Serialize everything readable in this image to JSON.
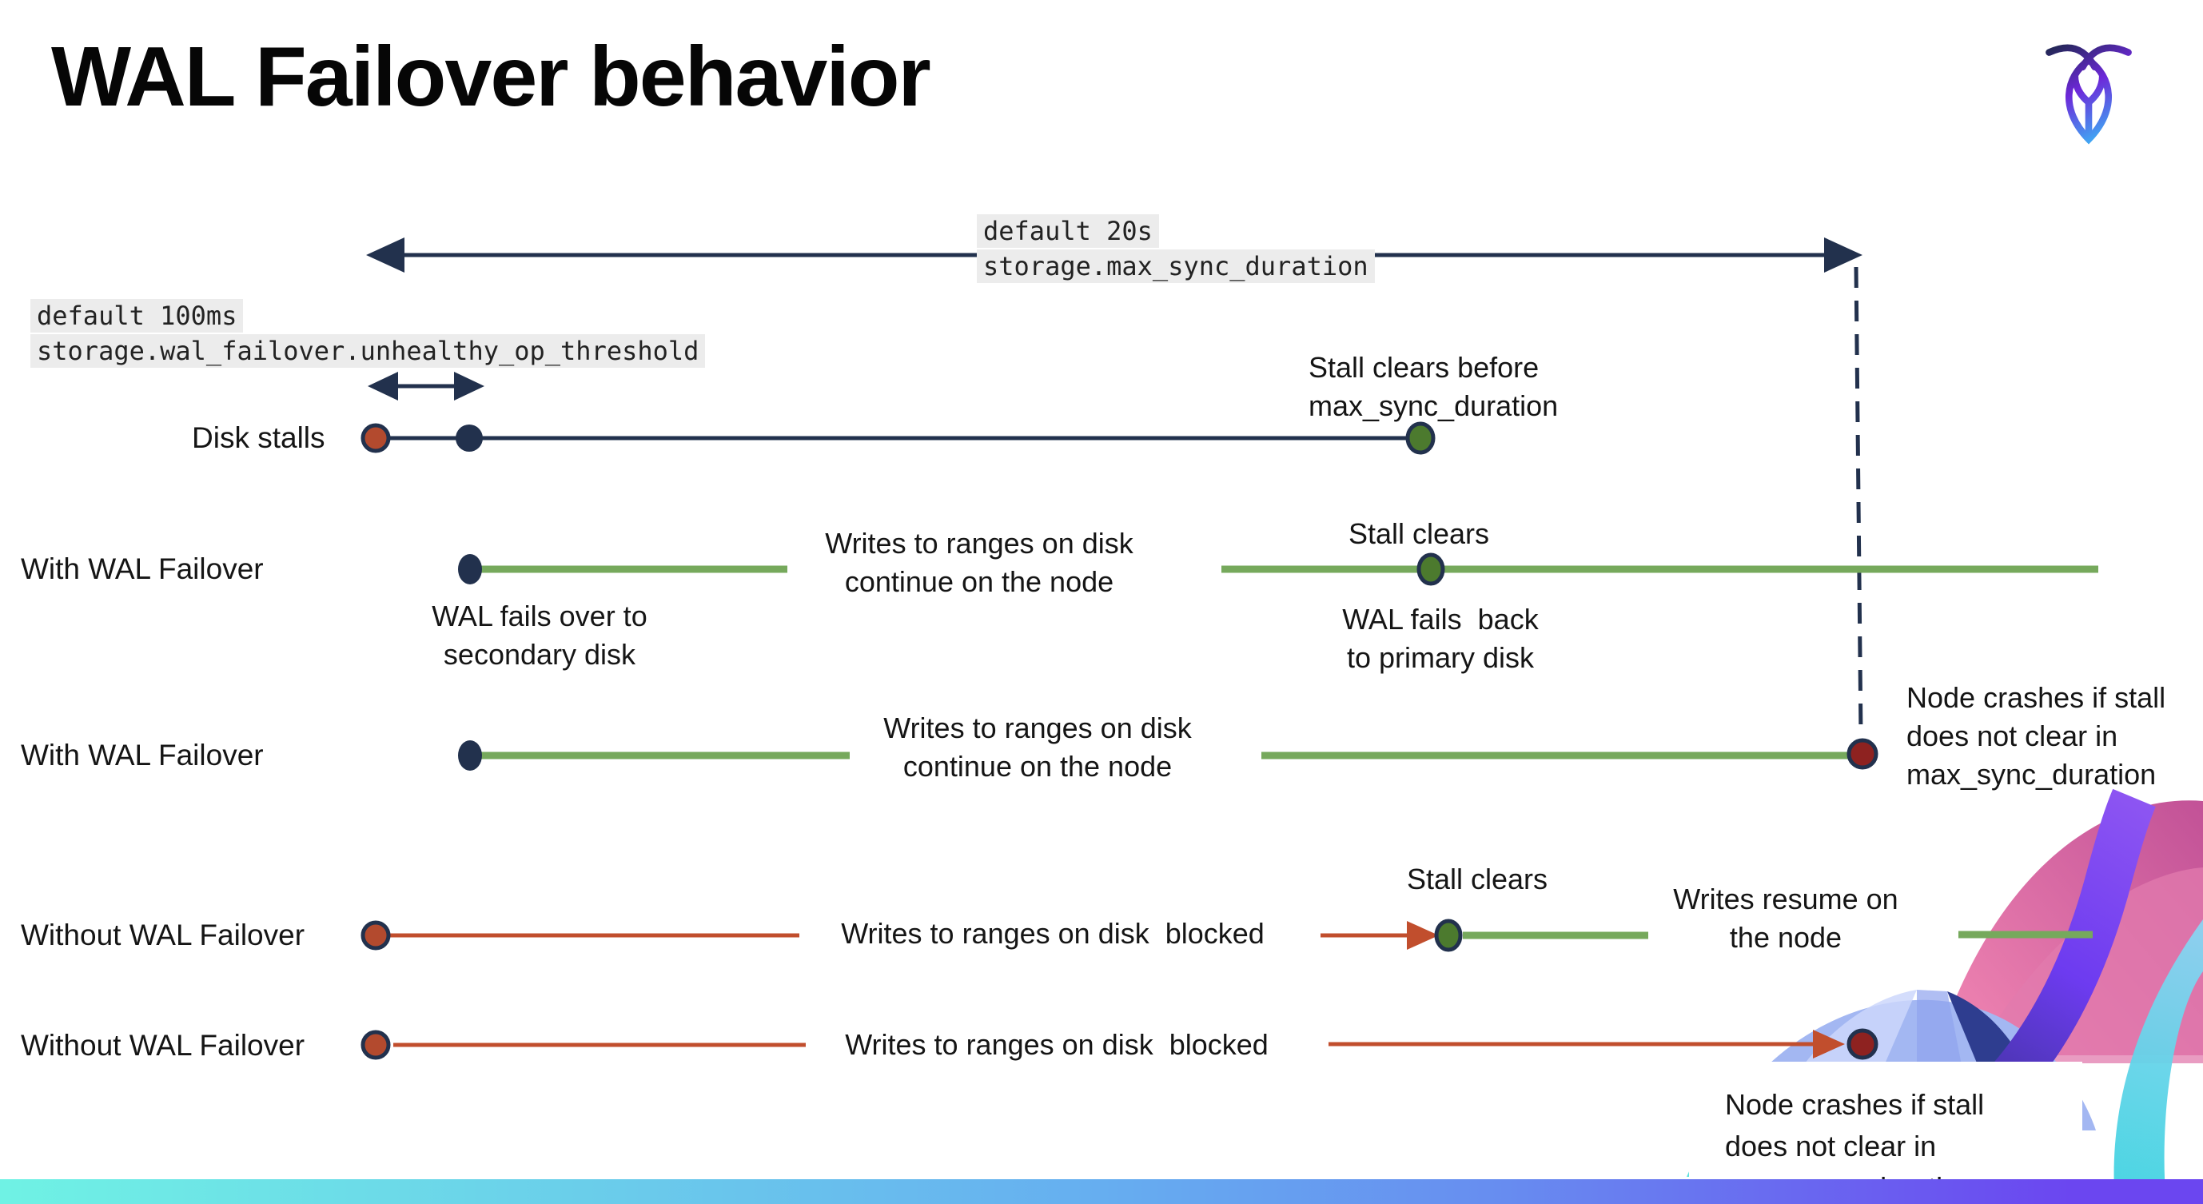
{
  "title": "WAL Failover behavior",
  "config_labels": {
    "max_sync": {
      "line1": "default 20s",
      "line2": "storage.max_sync_duration"
    },
    "unhealthy_op": {
      "line1": "default 100ms",
      "line2": "storage.wal_failover.unhealthy_op_threshold"
    }
  },
  "rows": [
    {
      "label": "Disk stalls"
    },
    {
      "label": "With WAL Failover"
    },
    {
      "label": "With WAL Failover"
    },
    {
      "label": "Without WAL Failover"
    },
    {
      "label": "Without WAL Failover"
    }
  ],
  "annotations": {
    "stall_clears_before": "Stall clears before\nmax_sync_duration",
    "wal_fails_over": "WAL fails over to\nsecondary disk",
    "writes_continue_1": "Writes to ranges on disk\ncontinue on the node",
    "stall_clears_2": "Stall clears",
    "wal_fails_back": "WAL fails  back\nto primary disk",
    "writes_continue_2": "Writes to ranges on disk\ncontinue on the node",
    "node_crashes_right": "Node crashes if stall\ndoes not clear in\nmax_sync_duration",
    "stall_clears_4": "Stall clears",
    "writes_blocked_1": "Writes to ranges on disk  blocked",
    "writes_resume": "Writes resume on\nthe node",
    "writes_blocked_2": "Writes to ranges on disk  blocked",
    "node_crashes_box": "Node crashes if stall\ndoes not clear in\nmax_sync_duration"
  },
  "colors": {
    "navy": "#22314d",
    "green": "#76a95c",
    "green-dot": "#4c7a2e",
    "red": "#c14e2d",
    "red-dot": "#b34a2e",
    "crash-dot": "#8e2220",
    "label-bg": "#ececec",
    "text": "#141414",
    "bar-start": "#6ff2e4",
    "bar-mid": "#66aef0",
    "bar-end": "#6b46f0"
  },
  "logo_name": "cockroachdb-logo"
}
